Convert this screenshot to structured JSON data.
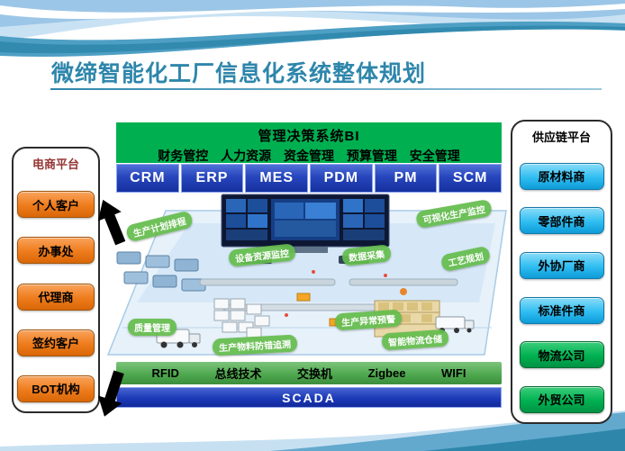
{
  "slide": {
    "title": "微缔智能化工厂信息化系统整体规划"
  },
  "left_panel": {
    "title": "电商平台",
    "items": [
      {
        "label": "个人客户"
      },
      {
        "label": "办事处"
      },
      {
        "label": "代理商"
      },
      {
        "label": "签约客户"
      },
      {
        "label": "BOT机构"
      }
    ]
  },
  "right_panel": {
    "title": "供应链平台",
    "items": [
      {
        "label": "原材料商",
        "type": "cyan"
      },
      {
        "label": "零部件商",
        "type": "cyan"
      },
      {
        "label": "外协厂商",
        "type": "cyan"
      },
      {
        "label": "标准件商",
        "type": "cyan"
      },
      {
        "label": "物流公司",
        "type": "green"
      },
      {
        "label": "外贸公司",
        "type": "green"
      }
    ]
  },
  "bi": {
    "title": "管理决策系统BI",
    "subtitle": "财务管控 人力资源 资金管理 预算管理 安全管理"
  },
  "modules": [
    "CRM",
    "ERP",
    "MES",
    "PDM",
    "PM",
    "SCM"
  ],
  "factory": {
    "callouts": [
      {
        "label": "生产计划排程"
      },
      {
        "label": "设备资源监控"
      },
      {
        "label": "数据采集"
      },
      {
        "label": "可视化生产监控"
      },
      {
        "label": "工艺规划"
      },
      {
        "label": "质量管理"
      },
      {
        "label": "生产异常预警"
      },
      {
        "label": "生产物料防错追溯"
      },
      {
        "label": "智能物流仓储"
      }
    ]
  },
  "tech_bar": {
    "items": [
      "RFID",
      "总线技术",
      "交换机",
      "Zigbee",
      "WIFI"
    ]
  },
  "scada_bar": {
    "label": "SCADA"
  },
  "colors": {
    "title-color": "#2E86AB",
    "bi-green": "#00B050",
    "module-blue": "#15309F",
    "tech-green": "#4CA64C",
    "orange": "#EE7C1C",
    "cyan": "#2FBDF1",
    "green": "#00B050",
    "panel-title-red": "#943634"
  }
}
